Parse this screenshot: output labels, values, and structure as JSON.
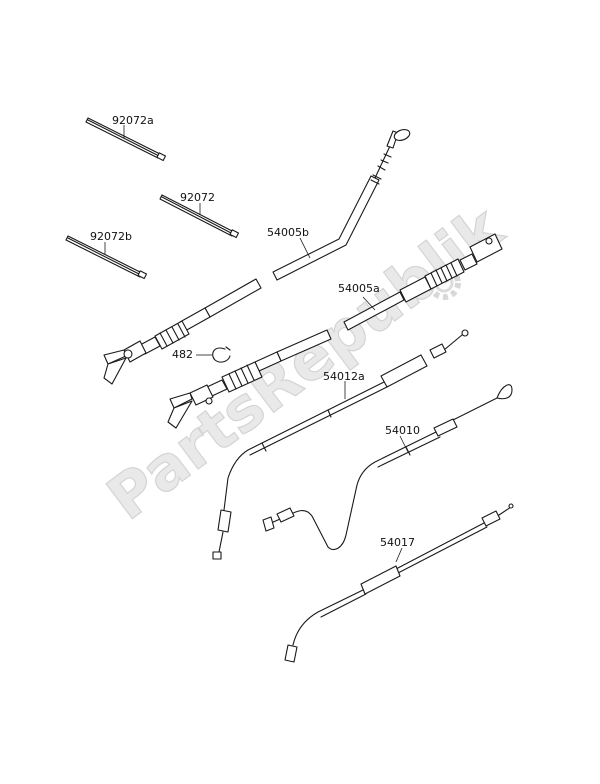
{
  "watermark": {
    "text": "PartsRepublik",
    "logo_icon": "gear-logo-icon"
  },
  "labels": {
    "tie_92072a": "92072a",
    "tie_92072": "92072",
    "tie_92072b": "92072b",
    "cable_54005b": "54005b",
    "cable_54005a": "54005a",
    "clip_482": "482",
    "cable_54012a": "54012a",
    "cable_54010": "54010",
    "cable_54017": "54017"
  },
  "colors": {
    "line": "#1a1a1a",
    "background": "#ffffff",
    "watermark": "#e0e0e0"
  }
}
